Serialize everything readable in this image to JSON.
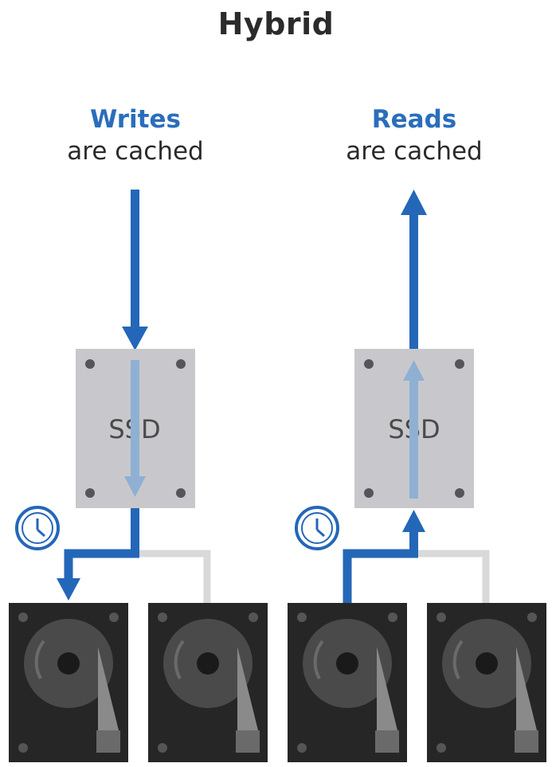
{
  "title": "Hybrid",
  "columns": [
    {
      "keyword": "Writes",
      "subtitle": "are cached",
      "ssd_label": "SSD"
    },
    {
      "keyword": "Reads",
      "subtitle": "are cached",
      "ssd_label": "SSD"
    }
  ],
  "colors": {
    "accent_blue": "#2467b8",
    "faded_blue": "#8fb0d3",
    "ssd_gray": "#c8c8cc",
    "connector_gray": "#d9d9d9",
    "hdd_body": "#262626",
    "platter": "#4a4a4a"
  }
}
